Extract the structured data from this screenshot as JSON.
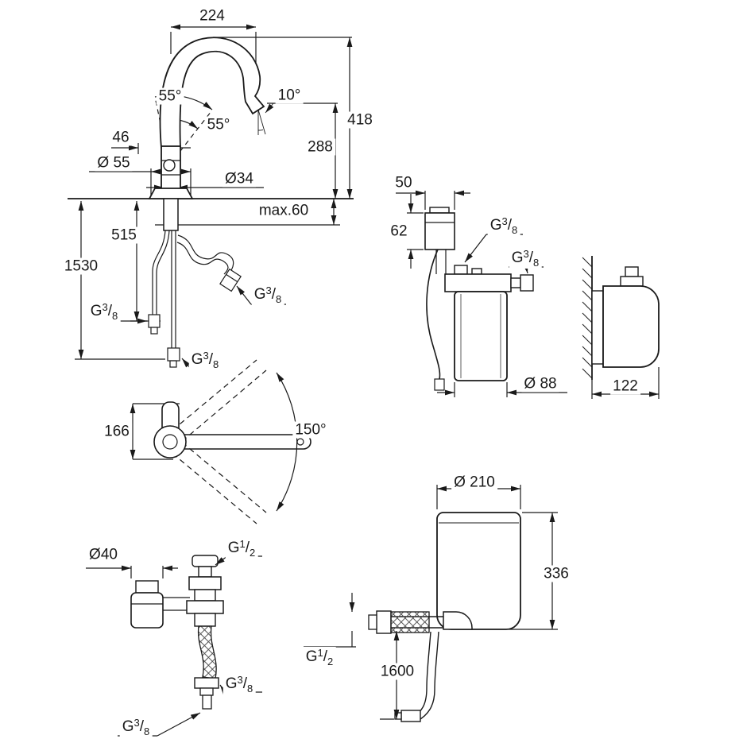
{
  "page": {
    "background": "#ffffff",
    "ink": "#1a1a1a"
  },
  "threads": {
    "g38": {
      "prefix": "G",
      "numerator": "3",
      "slash": "/",
      "denominator": "8"
    },
    "g12": {
      "prefix": "G",
      "numerator": "1",
      "slash": "/",
      "denominator": "2"
    }
  },
  "views": {
    "faucet_front": {
      "dims": {
        "spout_reach": "224",
        "outlet_angle": "10°",
        "swivel_upper": "55°",
        "swivel_lower": "55°",
        "lever_width": "46",
        "base_dia": "Ø 55",
        "hole_dia": "Ø34",
        "total_height": "418",
        "outlet_height": "288",
        "deck_max": "max.60",
        "hose_short": "515",
        "hose_long": "1530"
      }
    },
    "boiler_front": {
      "dims": {
        "head_width": "50",
        "head_height": "62",
        "body_dia": "Ø 88"
      }
    },
    "boiler_side": {
      "dims": {
        "depth": "122"
      }
    },
    "faucet_top": {
      "dims": {
        "spout_top_len": "166",
        "swivel_range": "150°"
      }
    },
    "valve_group": {
      "dims": {
        "valve_dia": "Ø40"
      }
    },
    "tank": {
      "dims": {
        "tank_dia": "Ø 210",
        "tank_height": "336",
        "hose_len": "1600"
      }
    }
  }
}
